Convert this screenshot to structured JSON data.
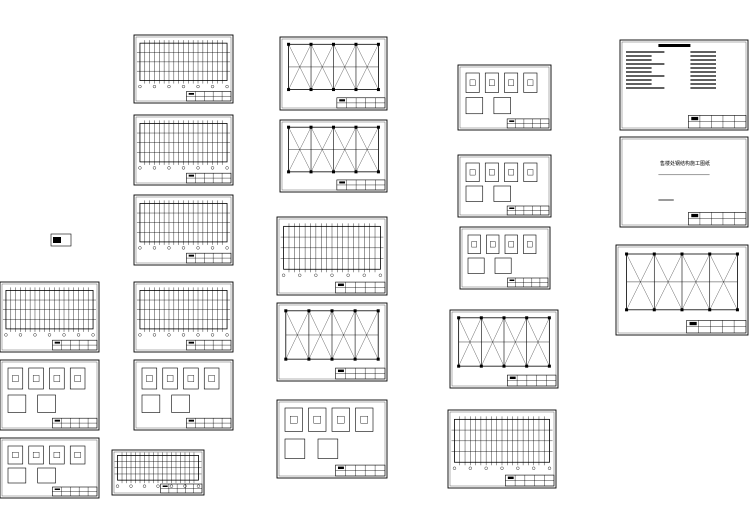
{
  "canvas": {
    "background": "#ffffff",
    "line_color": "#000000"
  },
  "cover_sheet": {
    "title": "售楼处钢结构施工图纸",
    "subtitle": "",
    "title_block_note": ""
  },
  "sheets": [
    {
      "name": "sheet-floor-plan-a",
      "kind": "grid-plan"
    },
    {
      "name": "sheet-floor-plan-b",
      "kind": "grid-plan"
    },
    {
      "name": "sheet-floor-plan-c",
      "kind": "grid-plan"
    },
    {
      "name": "sheet-floor-plan-d",
      "kind": "grid-plan"
    },
    {
      "name": "sheet-floor-plan-e",
      "kind": "grid-plan"
    },
    {
      "name": "sheet-base-details-a",
      "kind": "details"
    },
    {
      "name": "sheet-base-details-b",
      "kind": "details"
    },
    {
      "name": "sheet-base-details-c",
      "kind": "details"
    },
    {
      "name": "sheet-elevation-strip",
      "kind": "grid-plan"
    },
    {
      "name": "sheet-column-layout-a",
      "kind": "plan"
    },
    {
      "name": "sheet-column-layout-b",
      "kind": "plan"
    },
    {
      "name": "sheet-beam-plan",
      "kind": "grid-plan"
    },
    {
      "name": "sheet-roof-plan",
      "kind": "plan"
    },
    {
      "name": "sheet-stair-details",
      "kind": "details"
    },
    {
      "name": "sheet-node-details-a",
      "kind": "details"
    },
    {
      "name": "sheet-node-details-b",
      "kind": "details"
    },
    {
      "name": "sheet-node-details-c",
      "kind": "details"
    },
    {
      "name": "sheet-purlin-plan",
      "kind": "plan"
    },
    {
      "name": "sheet-section-strip",
      "kind": "grid-plan"
    },
    {
      "name": "sheet-general-notes",
      "kind": "notes"
    },
    {
      "name": "sheet-cover",
      "kind": "cover"
    },
    {
      "name": "sheet-bracing-plan",
      "kind": "plan"
    }
  ]
}
